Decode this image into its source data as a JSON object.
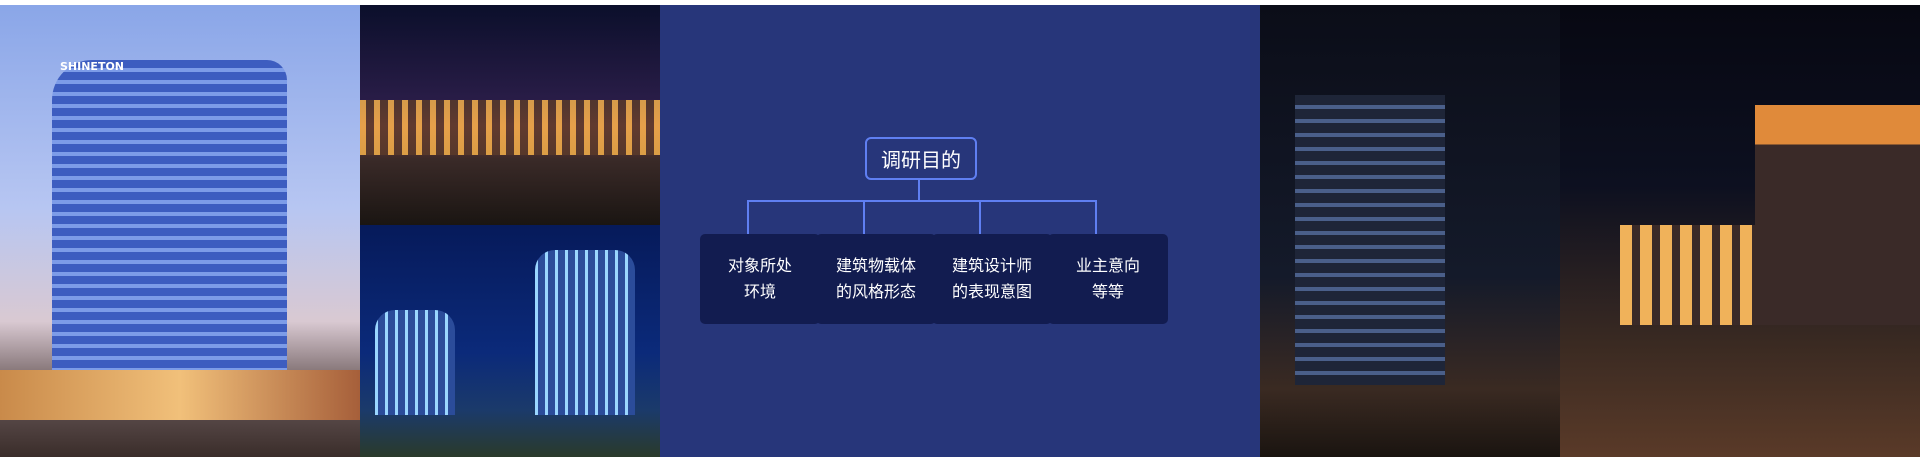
{
  "photos": {
    "hotel_sign": "SHINETON"
  },
  "diagram": {
    "root": "调研目的",
    "nodes": [
      "对象所处\n环境",
      "建筑物载体\n的风格形态",
      "建筑设计师\n的表现意图",
      "业主意向\n等等"
    ]
  },
  "colors": {
    "panel_bg": "#27367a",
    "node_bg": "#121c50",
    "accent": "#5f7ff2"
  }
}
